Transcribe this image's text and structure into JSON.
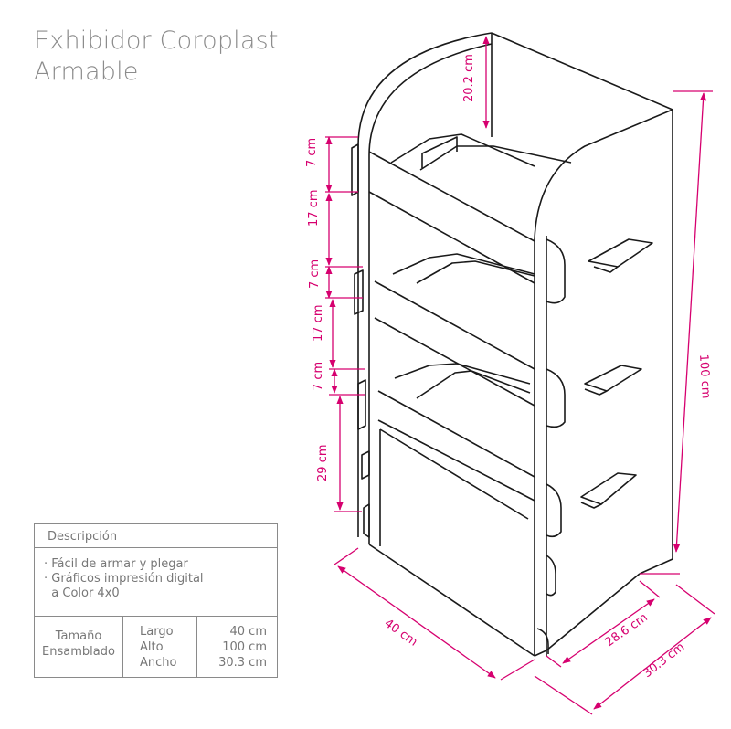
{
  "title": {
    "line1": "Exhibidor Coroplast",
    "line2": "Armable"
  },
  "specs": {
    "header": "Descripción",
    "bullets": [
      "· Fácil de armar y plegar",
      "· Gráficos impresión digital",
      "  a Color 4x0"
    ],
    "size_label": [
      "Tamaño",
      "Ensamblado"
    ],
    "dimension_names": [
      "Largo",
      "Alto",
      "Ancho"
    ],
    "dimension_values": [
      "40 cm",
      "100 cm",
      "30.3 cm"
    ]
  },
  "dimensions": {
    "top_opening": "20.2 cm",
    "shelf_gap_1": "7 cm",
    "shelf_gap_2": "17 cm",
    "shelf_gap_3": "7 cm",
    "shelf_gap_4": "17 cm",
    "shelf_gap_5": "7 cm",
    "shelf_gap_6": "29 cm",
    "height": "100 cm",
    "width": "40 cm",
    "depth_inner": "28.6 cm",
    "depth_outer": "30.3 cm"
  },
  "colors": {
    "dimension": "#d6006f",
    "line": "#1a1a1a",
    "text": "#8c8c8c"
  }
}
